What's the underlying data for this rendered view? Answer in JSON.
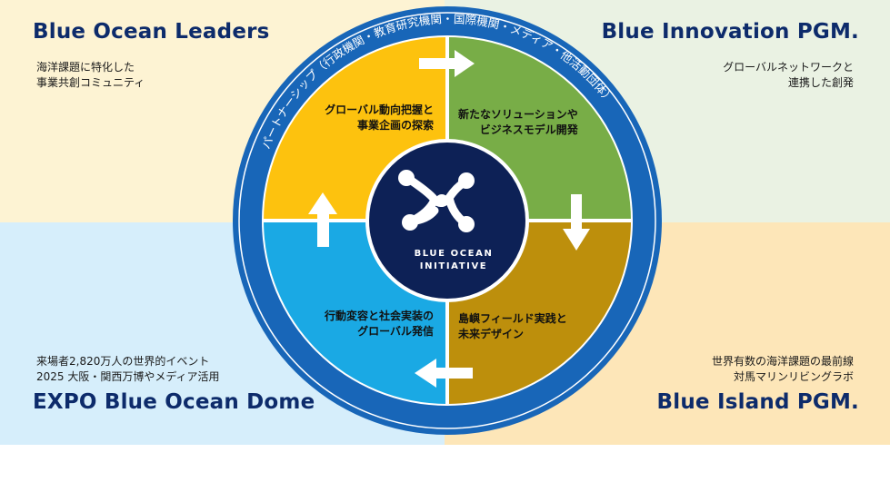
{
  "colors": {
    "bg_top_left": "#fdf3d3",
    "bg_top_right": "#eaf2e3",
    "bg_bottom_left": "#d6eefb",
    "bg_bottom_right": "#fde6b8",
    "ring": "#1866b8",
    "quad_top_left": "#fdc20e",
    "quad_top_right": "#78ad47",
    "quad_bottom_left": "#1aa9e4",
    "quad_bottom_right": "#bd8f0c",
    "center": "#0d2156",
    "title": "#0d2b6b"
  },
  "corners": {
    "top_left": {
      "title": "Blue Ocean Leaders",
      "desc": [
        "海洋課題に特化した",
        "事業共創コミュニティ"
      ]
    },
    "top_right": {
      "title": "Blue Innovation PGM.",
      "desc": [
        "グローバルネットワークと",
        "連携した創発"
      ]
    },
    "bottom_left": {
      "title": "EXPO Blue Ocean Dome",
      "desc": [
        "来場者2,820万人の世界的イベント",
        "2025 大阪・関西万博やメディア活用"
      ]
    },
    "bottom_right": {
      "title": "Blue Island PGM.",
      "desc": [
        "世界有数の海洋課題の最前線",
        "対馬マリンリビングラボ"
      ]
    }
  },
  "ring_label": {
    "text": "パートナーシップ（行政機関・教育研究機関・国際機関・メディア・他活動団体）"
  },
  "quadrants": {
    "top_left": [
      "グローバル動向把握と",
      "事業企画の探索"
    ],
    "top_right": [
      "新たなソリューションや",
      "ビジネスモデル開発"
    ],
    "bottom_left": [
      "行動変容と社会実装の",
      "グローバル発信"
    ],
    "bottom_right": [
      "島嶼フィールド実践と",
      "未来デザイン"
    ]
  },
  "center": {
    "logo": "blue-ocean-initiative-logo-icon",
    "lines": [
      "BLUE OCEAN",
      "INITIATIVE"
    ]
  },
  "arrows": [
    "arrow-right-icon",
    "arrow-down-icon",
    "arrow-left-icon",
    "arrow-up-icon"
  ]
}
